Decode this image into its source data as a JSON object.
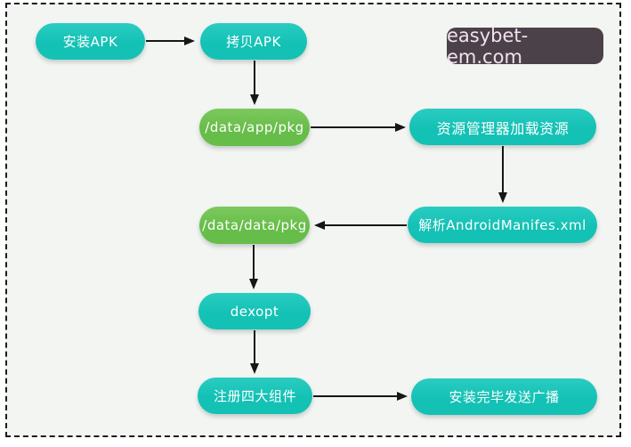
{
  "watermark": {
    "label": "easybet-em.com"
  },
  "diagram": {
    "title_implied": "APK install flow",
    "nodes": [
      {
        "id": "install-apk",
        "label": "安装APK",
        "type": "teal"
      },
      {
        "id": "copy-apk",
        "label": "拷贝APK",
        "type": "teal"
      },
      {
        "id": "data-app-pkg",
        "label": "/data/app/pkg",
        "type": "green"
      },
      {
        "id": "resource-manager-load",
        "label": "资源管理器加载资源",
        "type": "teal"
      },
      {
        "id": "parse-android-manifest",
        "label": "解析AndroidManifes.xml",
        "type": "teal"
      },
      {
        "id": "data-data-pkg",
        "label": "/data/data/pkg",
        "type": "green"
      },
      {
        "id": "dexopt",
        "label": "dexopt",
        "type": "teal"
      },
      {
        "id": "register-components",
        "label": "注册四大组件",
        "type": "teal"
      },
      {
        "id": "install-done-broadcast",
        "label": "安装完毕发送广播",
        "type": "teal"
      }
    ],
    "edges": [
      {
        "from": "install-apk",
        "to": "copy-apk"
      },
      {
        "from": "copy-apk",
        "to": "data-app-pkg"
      },
      {
        "from": "data-app-pkg",
        "to": "resource-manager-load"
      },
      {
        "from": "resource-manager-load",
        "to": "parse-android-manifest"
      },
      {
        "from": "parse-android-manifest",
        "to": "data-data-pkg"
      },
      {
        "from": "data-data-pkg",
        "to": "dexopt"
      },
      {
        "from": "dexopt",
        "to": "register-components"
      },
      {
        "from": "register-components",
        "to": "install-done-broadcast"
      }
    ]
  },
  "colors": {
    "teal": "#14c1b5",
    "green": "#67bd49",
    "arrow": "#161616",
    "background": "#f2f5f2",
    "watermark_bg": "#4b4148",
    "watermark_text": "#f2e1f0"
  }
}
